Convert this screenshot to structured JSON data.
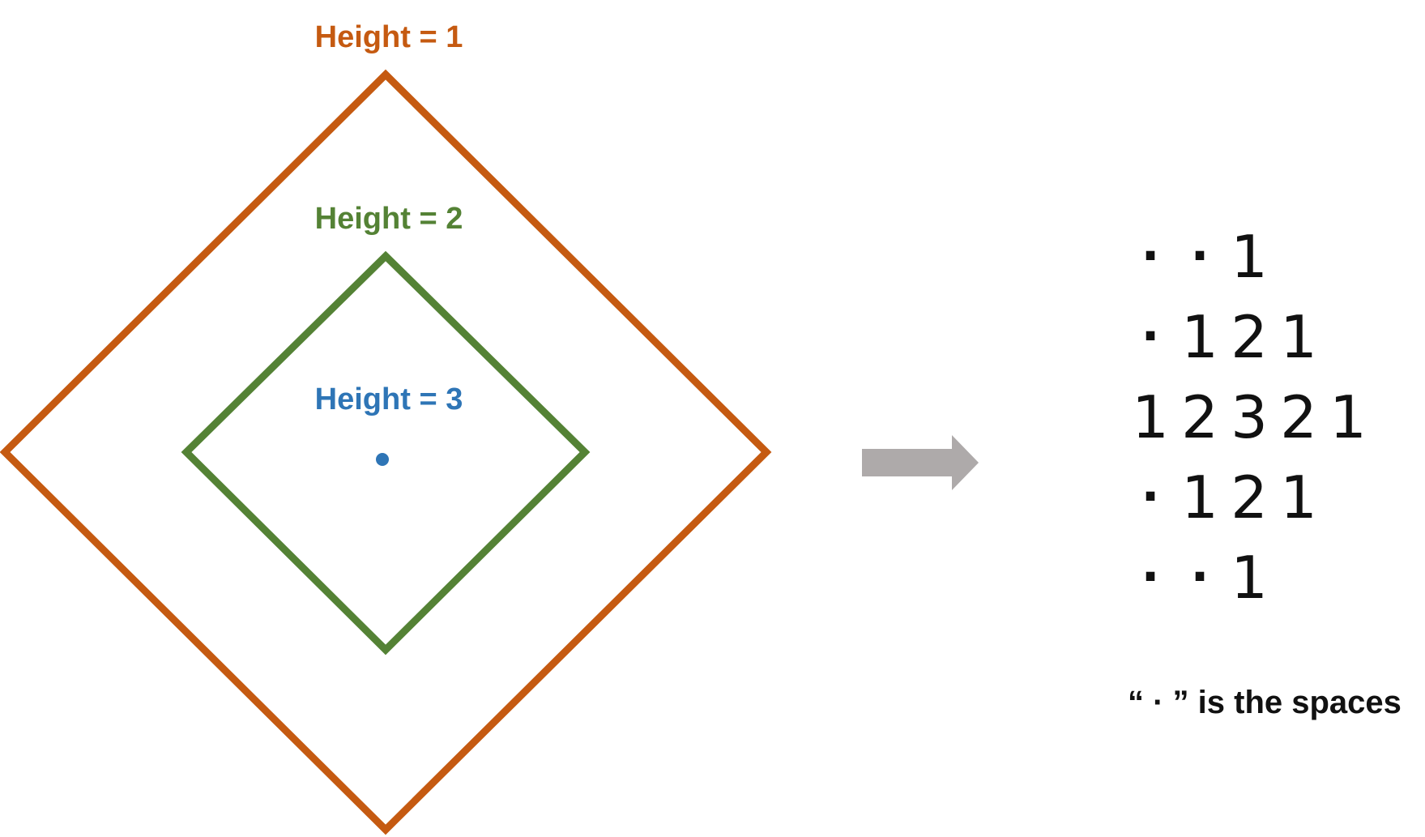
{
  "labels": {
    "outer": "Height = 1",
    "middle": "Height = 2",
    "inner": "Height = 3"
  },
  "pattern_rows": [
    [
      "·",
      "·",
      "1"
    ],
    [
      "·",
      "1",
      "2",
      "1"
    ],
    [
      "1",
      "2",
      "3",
      "2",
      "1"
    ],
    [
      "·",
      "1",
      "2",
      "1"
    ],
    [
      "·",
      "·",
      "1"
    ]
  ],
  "caption": "“ · ”  is the spaces",
  "colors": {
    "outer": "#C55A11",
    "middle": "#548235",
    "inner": "#2E75B6",
    "arrow": "#AEAAAA",
    "text": "#111111"
  },
  "icons": {
    "arrow": "right-arrow-icon",
    "center": "center-dot-icon"
  }
}
